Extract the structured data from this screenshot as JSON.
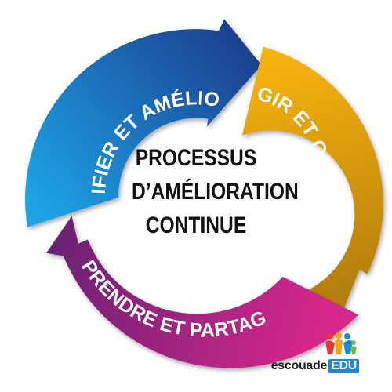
{
  "diagram": {
    "center": {
      "lines": [
        "PROCESSUS",
        "D’AMÉLIORATION",
        "CONTINUE"
      ]
    },
    "stages": [
      {
        "label": "PLANIFIER ET AMÉLIORER",
        "color_start": "#1ca3e6",
        "color_end": "#1d3f8f"
      },
      {
        "label": "AGIR ET OBSERVER",
        "color_start": "#f7b20a",
        "color_end": "#b57f10"
      },
      {
        "label": "APPRENDRE ET PARTAGER",
        "color_start": "#d7268b",
        "color_end": "#6a2374"
      }
    ]
  },
  "brand": {
    "name_part1": "escouade",
    "name_part2": "EDU",
    "logo_colors": [
      "#e53a2f",
      "#f4a300",
      "#1e88d8",
      "#7bb84a"
    ]
  }
}
